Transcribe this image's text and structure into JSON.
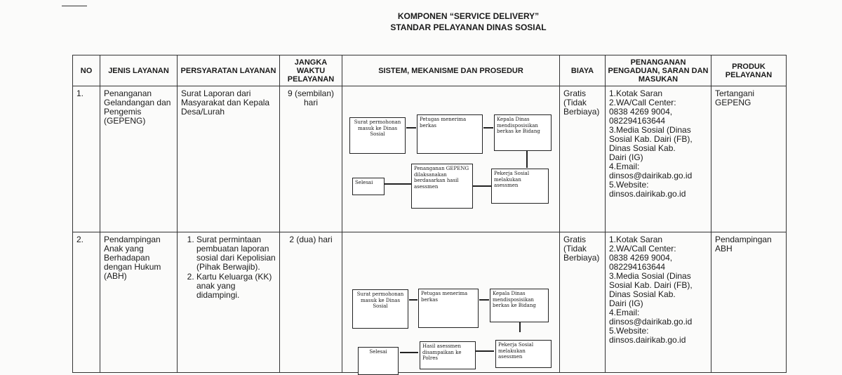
{
  "header": {
    "line1": "KOMPONEN “SERVICE DELIVERY”",
    "line2": "STANDAR PELAYANAN DINAS SOSIAL"
  },
  "columns": [
    "NO",
    "JENIS LAYANAN",
    "PERSYARATAN LAYANAN",
    "JANGKA WAKTU PELAYANAN",
    "SISTEM, MEKANISME DAN PROSEDUR",
    "BIAYA",
    "PENANGANAN PENGADUAN, SARAN DAN MASUKAN",
    "PRODUK PELAYANAN"
  ],
  "rows": [
    {
      "no": "1.",
      "jenis": "Penanganan Gelandangan dan Pengemis (GEPENG)",
      "persyaratan": "Surat Laporan dari Masyarakat dan Kepala Desa/Lurah",
      "jangka": "9 (sembilan) hari",
      "flow": [
        "Surat permohonan masuk ke Dinas Sosial",
        "Petugas menerima berkas",
        "Kepala Dinas mendisposisikan berkas ke Bidang",
        "Pekerja Sosial melakukan asessmen",
        "Penanganan GEPENG dilaksanakan berdasarkan hasil asessmen",
        "Selesai"
      ],
      "biaya": "Gratis (Tidak Berbiaya)",
      "pengaduan": [
        "1.Kotak Saran",
        "2.WA/Call Center:\n   0838 4269 9004,\n   082294163644",
        "3.Media Sosial (Dinas\n   Sosial Kab. Dairi (FB),\n   Dinas Sosial Kab.\n   Dairi (IG)",
        "4.Email:\n   dinsos@dairikab.go.id",
        "5.Website:\n   dinsos.dairikab.go.id"
      ],
      "produk": "Tertangani GEPENG"
    },
    {
      "no": "2.",
      "jenis": "Pendampingan Anak yang Berhadapan dengan Hukum (ABH)",
      "persyaratan": [
        "Surat permintaan pembuatan laporan sosial dari Kepolisian (Pihak Berwajib).",
        "Kartu Keluarga (KK) anak yang didampingi."
      ],
      "jangka": "2 (dua) hari",
      "flow": [
        "Surat permohonan masuk ke Dinas Sosial",
        "Petugas menerima berkas",
        "Kepala Dinas mendisposisikan berkas ke Bidang",
        "Pekerja Sosial melakukan asessmen",
        "Hasil asessmen disampaikan ke Polres",
        "Selesai"
      ],
      "biaya": "Gratis (Tidak Berbiaya)",
      "pengaduan": [
        "1.Kotak Saran",
        "2.WA/Call Center:\n   0838 4269 9004,\n   082294163644",
        "3.Media Sosial (Dinas\n   Sosial Kab. Dairi (FB),\n   Dinas Sosial Kab.\n   Dairi (IG)",
        "4.Email:\n   dinsos@dairikab.go.id",
        "5.Website:\n   dinsos.dairikab.go.id"
      ],
      "produk": "Pendampingan ABH"
    }
  ]
}
